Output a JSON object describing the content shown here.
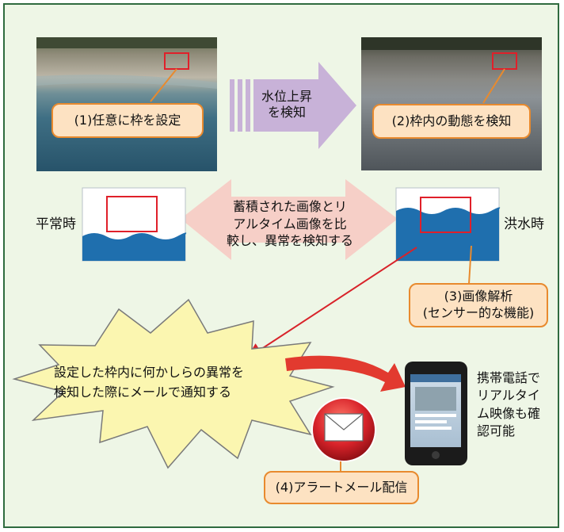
{
  "labels": {
    "step1": "(1)任意に枠を設定",
    "step2": "(2)枠内の動態を検知",
    "arrow_rise_line1": "水位上昇",
    "arrow_rise_line2": "を検知",
    "normal": "平常時",
    "flood": "洪水時",
    "compare_line1": "蓄積された画像とリ",
    "compare_line2": "アルタイム画像を比",
    "compare_line3": "較し、異常を検知する",
    "step3_line1": "(3)画像解析",
    "step3_line2": "(センサー的な機能)",
    "alert_line1": "設定した枠内に何かしらの異常を",
    "alert_line2": "検知した際にメールで通知する",
    "phone_line1": "携帯電話で",
    "phone_line2": "リアルタイ",
    "phone_line3": "ム映像も確",
    "phone_line4": "認可能",
    "step4": "(4)アラートメール配信"
  },
  "colors": {
    "frame_bg": "#eef6e6",
    "frame_border": "#2f6b3f",
    "callout_fill": "#fde2c2",
    "callout_border": "#e88a2e",
    "purple_arrow": "#c8b2d8",
    "pink_arrow": "#f6cfc7",
    "water": "#1f6fae",
    "detect_frame": "#e0202a",
    "burst_fill": "#fbf6b0",
    "burst_border": "#7a7a7a"
  },
  "icons": [
    "mail-envelope-icon",
    "smartphone-icon"
  ]
}
